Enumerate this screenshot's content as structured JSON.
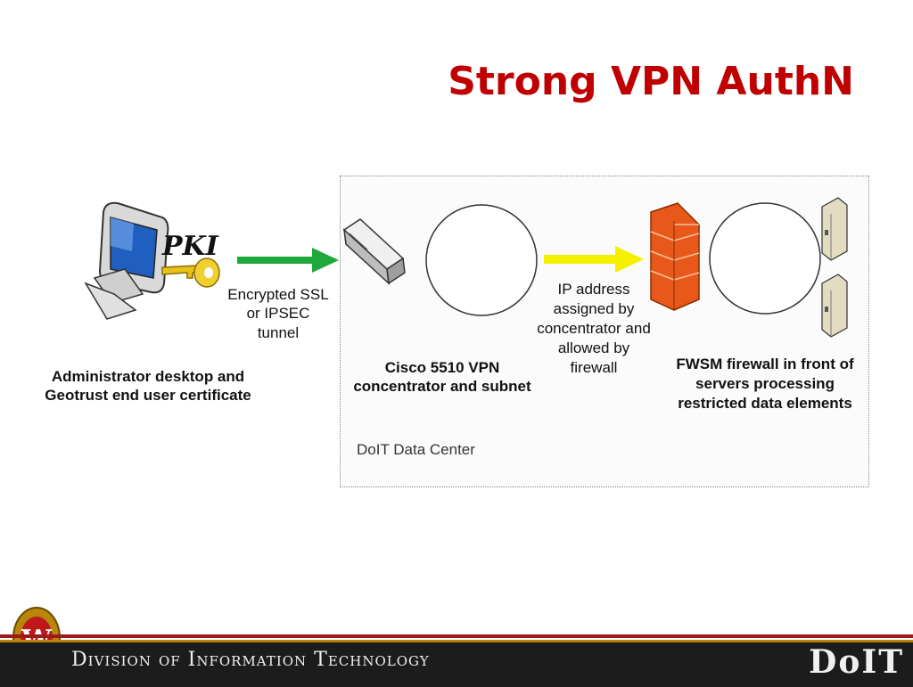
{
  "slide": {
    "title": "Strong VPN AuthN"
  },
  "diagram": {
    "pki_label": "PKI",
    "tunnel_label": [
      "Encrypted SSL",
      "or IPSEC",
      "tunnel"
    ],
    "admin_label": [
      "Administrator desktop and",
      "Geotrust end user certificate"
    ],
    "cisco_label": [
      "Cisco 5510 VPN",
      "concentrator and subnet"
    ],
    "ip_label": [
      "IP address",
      "assigned by",
      "concentrator and",
      "allowed by",
      "firewall"
    ],
    "fwsm_label": [
      "FWSM firewall in front of",
      "servers processing",
      "restricted data elements"
    ],
    "datacenter_label": "DoIT Data Center",
    "colors": {
      "green_arrow": "#1fa83c",
      "yellow_arrow": "#f5f000",
      "firewall": "#e8581a"
    }
  },
  "footer": {
    "division_text": "Division of Information Technology",
    "logo_text": "DoIT",
    "colors": {
      "bar": "#1c1c1c",
      "accent": "#9c1b1b"
    }
  }
}
